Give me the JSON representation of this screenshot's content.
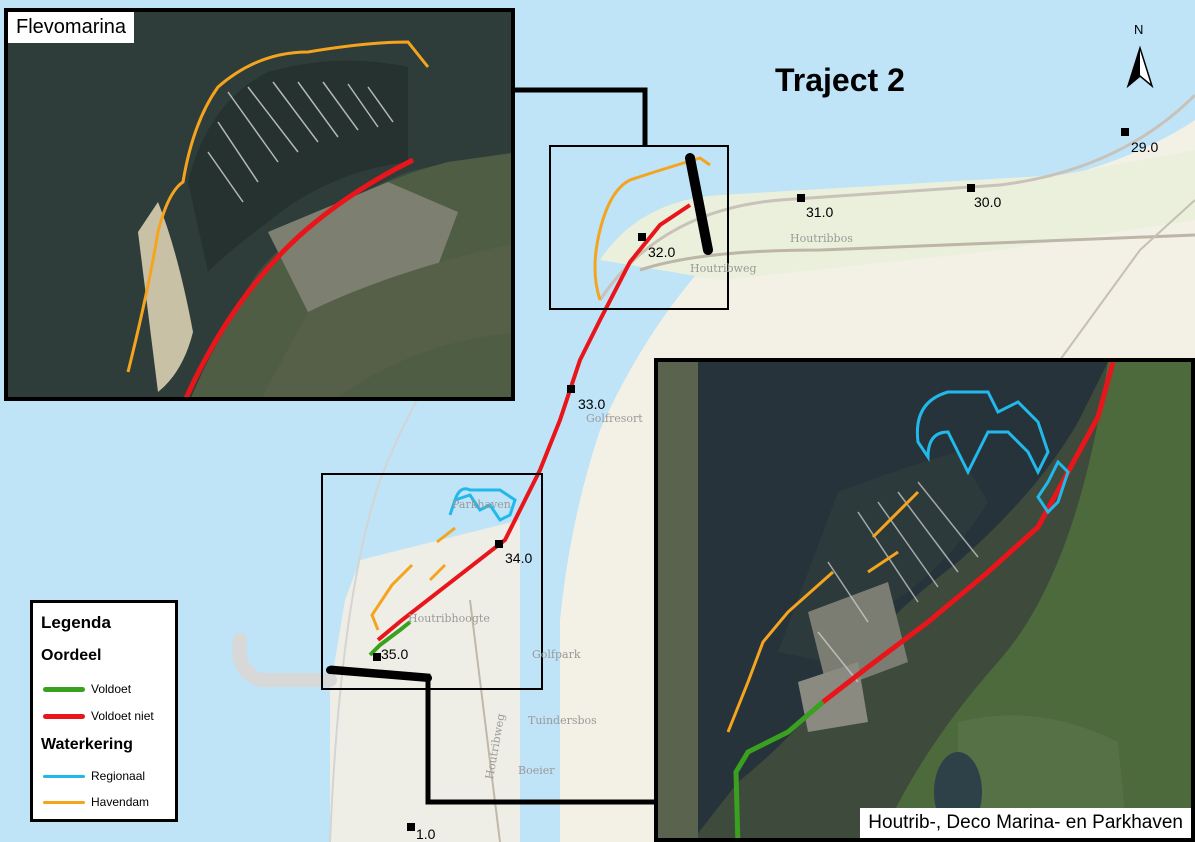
{
  "map": {
    "title": "Traject 2",
    "north_label": "N",
    "km_markers": [
      "29.0",
      "30.0",
      "31.0",
      "32.0",
      "33.0",
      "34.0",
      "35.0",
      "1.0"
    ],
    "places": [
      "Houtribbos",
      "Houtribweg",
      "Golfresort",
      "Parkhaven",
      "Houtribhoogte",
      "Golfpark",
      "Tuindersbos",
      "Boeier",
      "Houtribweg"
    ]
  },
  "insets": {
    "top": {
      "title": "Flevomarina"
    },
    "bottom": {
      "title": "Houtrib-, Deco Marina- en Parkhaven"
    }
  },
  "legend": {
    "title": "Legenda",
    "section1": "Oordeel",
    "items1": [
      {
        "label": "Voldoet",
        "color": "#3aa020"
      },
      {
        "label": "Voldoet niet",
        "color": "#e8161b"
      }
    ],
    "section2": "Waterkering",
    "items2": [
      {
        "label": "Regionaal",
        "color": "#22b8ea"
      },
      {
        "label": "Havendam",
        "color": "#f5a41e"
      }
    ]
  },
  "colors": {
    "water": "#bfe3f7",
    "land": "#f4f1e8",
    "fail": "#e8161b",
    "pass": "#3aa020",
    "regional": "#22b8ea",
    "harbour": "#f5a41e"
  }
}
